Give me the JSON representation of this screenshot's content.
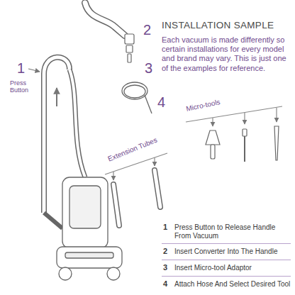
{
  "diagram": {
    "title": "INSTALLATION SAMPLE",
    "labels": [
      "Each vacuum is made differently so certain installations for every model and brand may vary. This is just one of the examples for reference.",
      "1",
      "Press Button",
      "2",
      "3",
      "4",
      "Micro-tools",
      "Extension Tubes",
      "1",
      "Press Button to Release Handle From Vacuum",
      "2",
      "Insert Converter Into The Handle",
      "3",
      "Insert Micro-tool Adaptor",
      "4",
      "Attach Hose And Select Desired Tool"
    ]
  }
}
